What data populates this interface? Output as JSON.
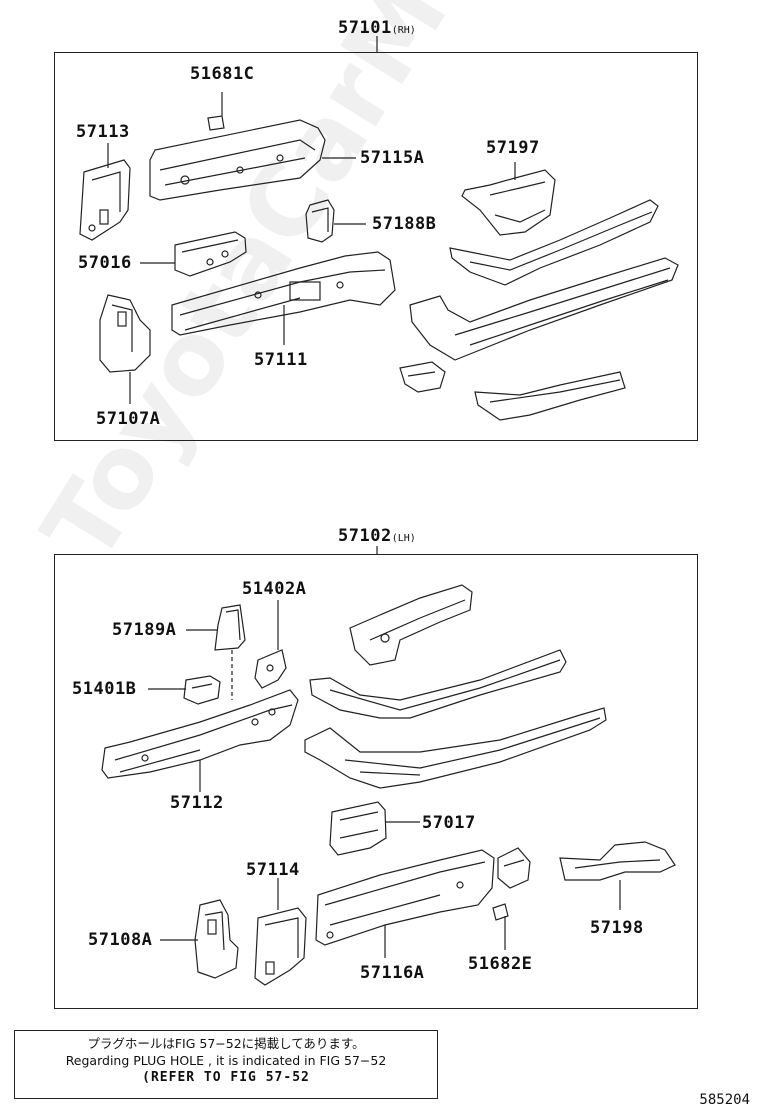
{
  "upper": {
    "assembly": "57101",
    "side": "(RH)",
    "parts": {
      "p51681C": "51681C",
      "p57113": "57113",
      "p57115A": "57115A",
      "p57197": "57197",
      "p57188B": "57188B",
      "p57016": "57016",
      "p57111": "57111",
      "p57107A": "57107A"
    }
  },
  "lower": {
    "assembly": "57102",
    "side": "(LH)",
    "parts": {
      "p51402A": "51402A",
      "p57189A": "57189A",
      "p51401B": "51401B",
      "p57112": "57112",
      "p57017": "57017",
      "p57114": "57114",
      "p57108A": "57108A",
      "p57116A": "57116A",
      "p51682E": "51682E",
      "p57198": "57198"
    }
  },
  "note": {
    "line1": "プラグホールはFIG 57−52に掲載してあります。",
    "line2": "Regarding PLUG HOLE , it is indicated in FIG 57−52",
    "line3": "(REFER TO FIG 57-52"
  },
  "diagram_id": "585204",
  "watermark": "ToyotaCarMart.ru"
}
